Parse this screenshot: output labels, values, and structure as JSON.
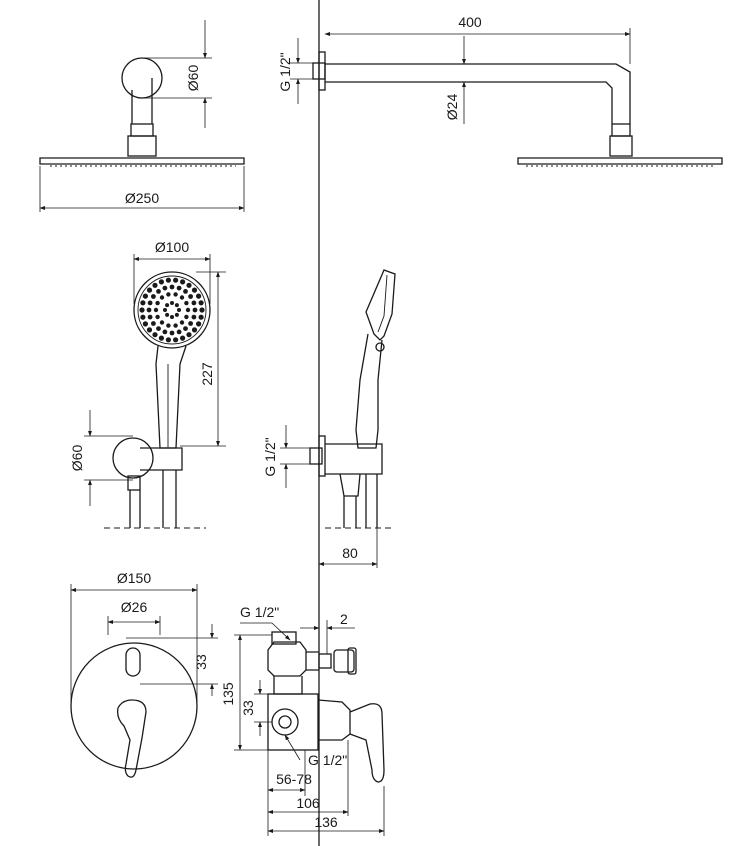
{
  "labels": {
    "arm_length": "400",
    "arm_thread": "G 1/2\"",
    "arm_diameter": "Ø24",
    "arm_mount_diameter": "Ø60",
    "head_diameter": "Ø250",
    "hand_head_diameter": "Ø100",
    "hand_length": "227",
    "holder_diameter": "Ø60",
    "holder_thread": "G 1/2\"",
    "holder_depth": "80",
    "plate_diameter": "Ø150",
    "knob_diameter": "Ø26",
    "knob_offset": "33",
    "body_height": "135",
    "outlet_offset": "33",
    "mixer_thread_top": "G 1/2\"",
    "mixer_thread_bottom": "G 1/2\"",
    "wall_gap": "2",
    "install_depth": "56-78",
    "depth_mid": "106",
    "depth_total": "136"
  }
}
